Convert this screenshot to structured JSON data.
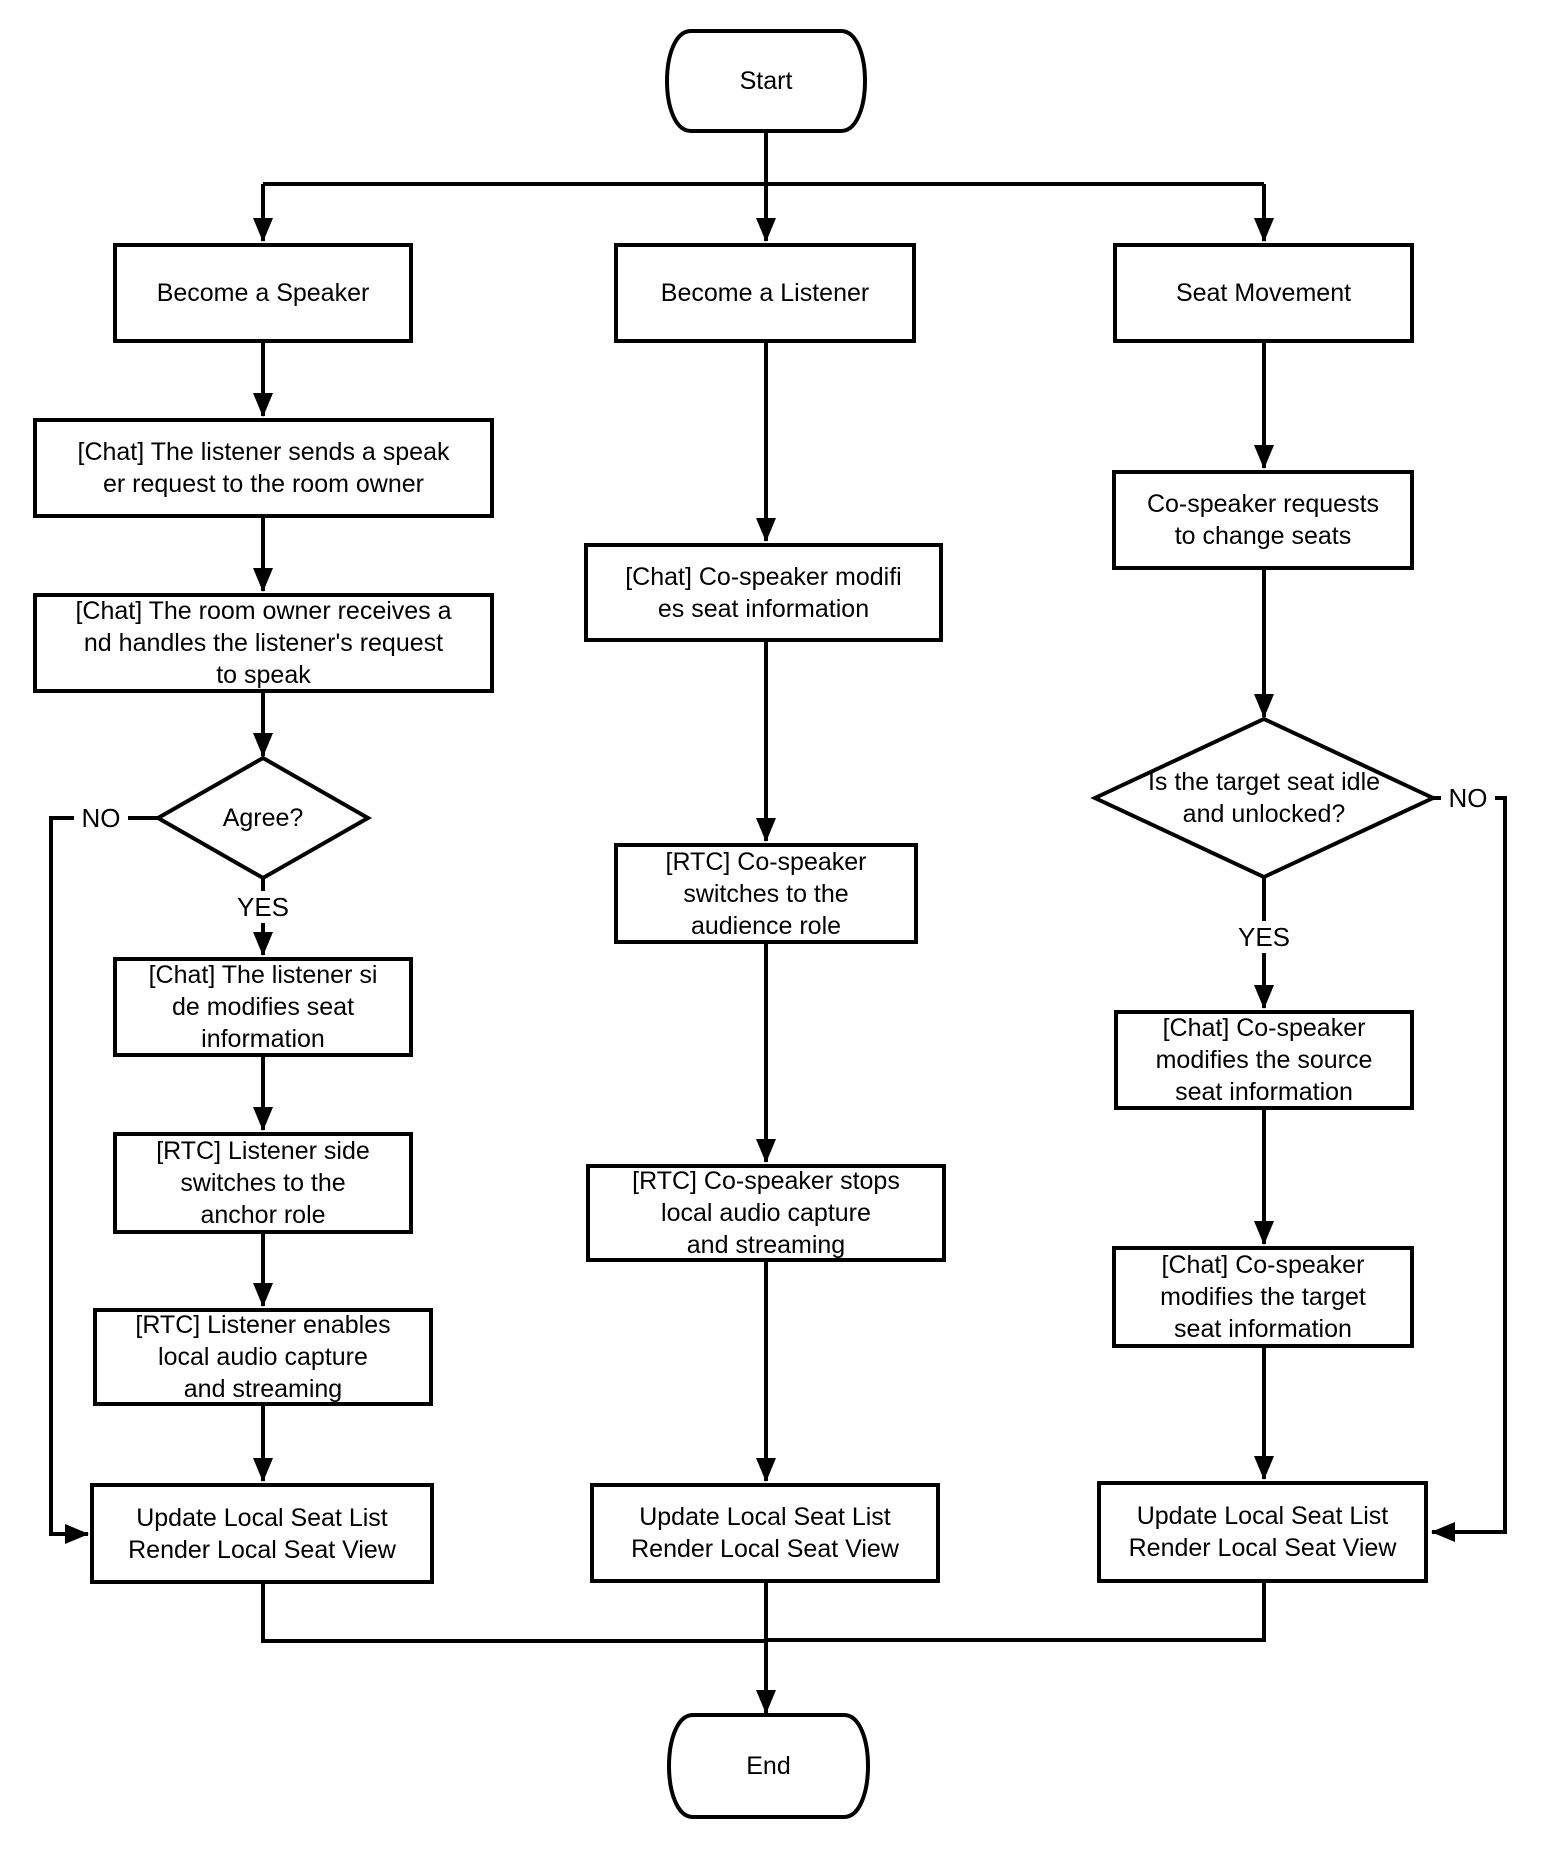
{
  "diagram": {
    "type": "flowchart",
    "background_color": "#ffffff",
    "line_color": "#000000",
    "text_color": "#000000"
  },
  "terminators": {
    "start": "Start",
    "end": "End"
  },
  "columns": {
    "speaker": {
      "entry": "Become a Speaker",
      "steps": {
        "send_request": "[Chat] The listener sends a speak\ner request to the room owner",
        "handle_request": "[Chat] The room owner receives a\nnd handles the listener's request\nto speak",
        "modify_seat": "[Chat] The listener si\nde modifies seat\ninformation",
        "switch_role": "[RTC] Listener side\nswitches to the\nanchor role",
        "enable_audio": "[RTC] Listener enables\nlocal audio capture\nand streaming",
        "update": "Update Local Seat List\nRender Local Seat View"
      },
      "decision": {
        "question": "Agree?",
        "yes": "YES",
        "no": "NO"
      }
    },
    "listener": {
      "entry": "Become a Listener",
      "steps": {
        "modify_seat": "[Chat] Co-speaker modifi\nes seat information",
        "switch_role": "[RTC] Co-speaker\nswitches to the\naudience role",
        "stop_audio": "[RTC] Co-speaker stops\nlocal audio capture\nand streaming",
        "update": "Update Local Seat List\nRender Local Seat View"
      }
    },
    "seat_movement": {
      "entry": "Seat Movement",
      "steps": {
        "request_change": "Co-speaker requests\nto change seats",
        "modify_source": "[Chat] Co-speaker\nmodifies the source\nseat information",
        "modify_target": "[Chat] Co-speaker\nmodifies the target\nseat information",
        "update": "Update Local Seat List\nRender Local Seat View"
      },
      "decision": {
        "question": "Is the target seat idle\nand unlocked?",
        "yes": "YES",
        "no": "NO"
      }
    }
  }
}
